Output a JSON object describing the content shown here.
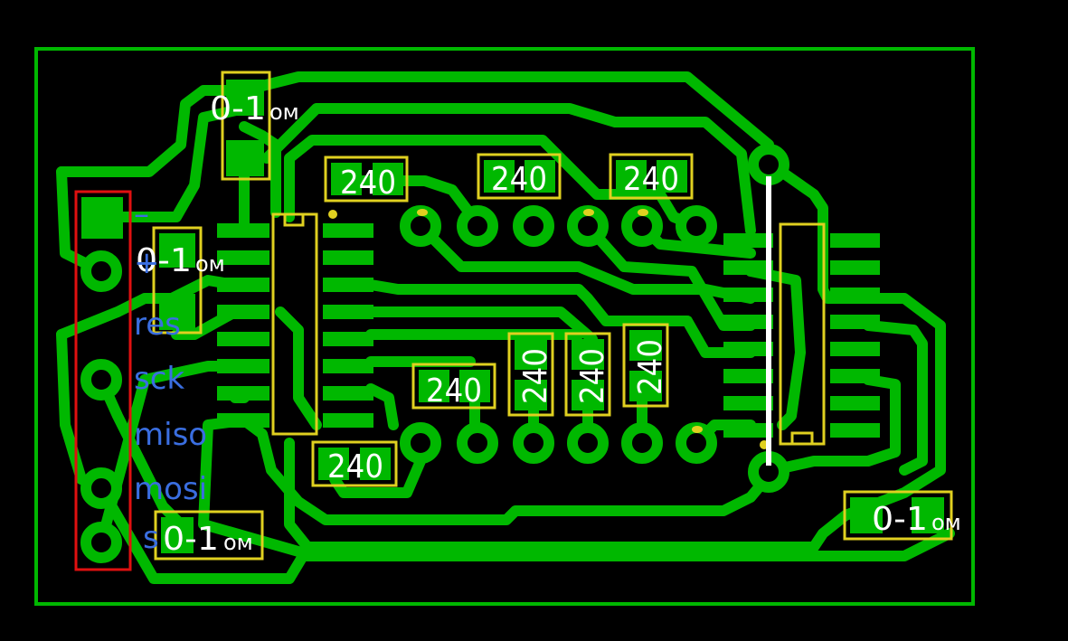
{
  "board": {
    "outline_color": "#00b800",
    "copper_color": "#00b800",
    "silkscreen_color": "#e0d020",
    "connector_color": "#e01010",
    "pin_label_color": "#3a6ee0"
  },
  "resistors": {
    "r_top_left": {
      "value": "0-1",
      "unit": "ом"
    },
    "r_left": {
      "value": "0-1",
      "unit": "ом"
    },
    "r_bottom_left": {
      "value": "0-1",
      "unit": "ом"
    },
    "r_bottom_right": {
      "value": "0-1",
      "unit": "ом"
    },
    "r240_a": "240",
    "r240_b": "240",
    "r240_c": "240",
    "r240_d": "240",
    "r240_e": "240",
    "r240_f": "240",
    "r240_g": "240",
    "r240_h": "240"
  },
  "connector": {
    "pins": [
      "–",
      "+",
      "res",
      "sck",
      "miso",
      "mosi",
      "s"
    ]
  }
}
